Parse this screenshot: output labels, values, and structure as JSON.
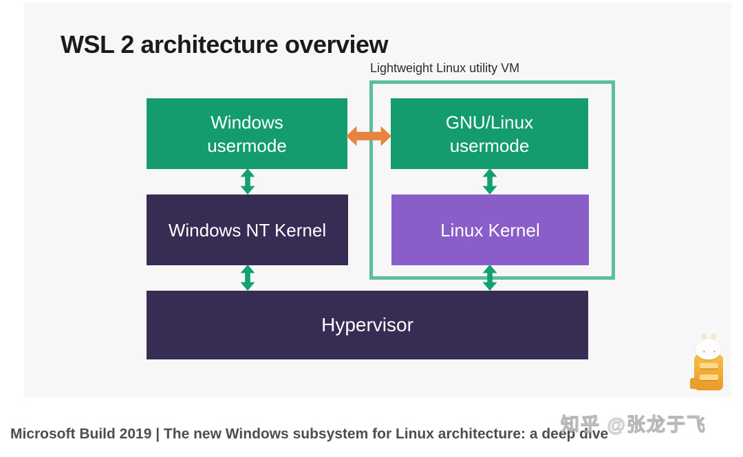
{
  "colors": {
    "page_bg": "#FFFFFF",
    "slide_bg": "#F7F7F8",
    "green_box": "#149B70",
    "dark_purple_box": "#362C54",
    "light_purple_box": "#8A5EC9",
    "vm_border_green": "#5CBD9A",
    "arrow_green": "#12A173",
    "arrow_orange": "#E8833F",
    "title_text": "#1B1B1B",
    "caption_text": "#4D4D4D",
    "box_text": "#FFFFFF"
  },
  "slide": {
    "title": "WSL 2 architecture overview",
    "vm_label": "Lightweight Linux utility VM",
    "boxes": {
      "windows_usermode": "Windows\nusermode",
      "gnu_linux_usermode": "GNU/Linux\nusermode",
      "windows_nt_kernel": "Windows NT Kernel",
      "linux_kernel": "Linux Kernel",
      "hypervisor": "Hypervisor"
    }
  },
  "footer": {
    "caption": "Microsoft Build 2019 | The new Windows subsystem for Linux architecture: a deep dive",
    "watermark": "知乎 @张龙于飞"
  },
  "icons": {
    "double_arrow_vertical": "double-headed vertical connector arrow",
    "double_arrow_horizontal": "double-headed horizontal connector arrow",
    "rabbit_sticker": "white rabbit on yellow blocks sticker"
  }
}
